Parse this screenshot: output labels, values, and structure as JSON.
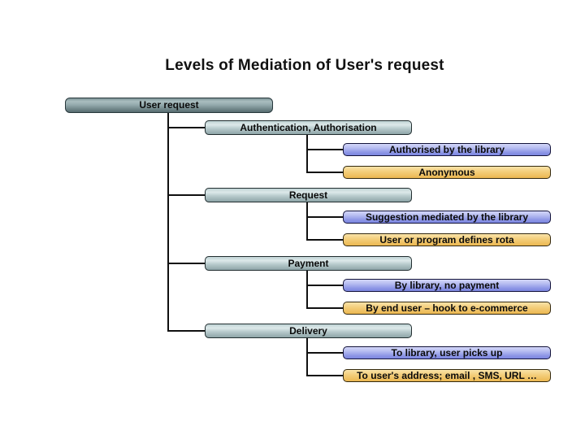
{
  "slide": {
    "title": "Levels of Mediation of User's request"
  },
  "palette": {
    "root_bar": "#7e9396",
    "category_bar": "#b6c9cb",
    "library_option_bar": "#8d96e6",
    "user_option_bar": "#ecb751",
    "connector": "#101010",
    "background": "#ffffff"
  },
  "tree": {
    "root": {
      "label": "User request"
    },
    "branches": [
      {
        "label": "Authentication, Authorisation",
        "children": [
          {
            "label": "Authorised by the library",
            "style": "library"
          },
          {
            "label": "Anonymous",
            "style": "user"
          }
        ]
      },
      {
        "label": "Request",
        "children": [
          {
            "label": "Suggestion mediated by the library",
            "style": "library"
          },
          {
            "label": "User or program defines rota",
            "style": "user"
          }
        ]
      },
      {
        "label": "Payment",
        "children": [
          {
            "label": "By library, no payment",
            "style": "library"
          },
          {
            "label": "By end user – hook to e-commerce",
            "style": "user"
          }
        ]
      },
      {
        "label": "Delivery",
        "children": [
          {
            "label": "To library, user picks up",
            "style": "library"
          },
          {
            "label": "To user's address;  email , SMS, URL …",
            "style": "user"
          }
        ]
      }
    ]
  }
}
